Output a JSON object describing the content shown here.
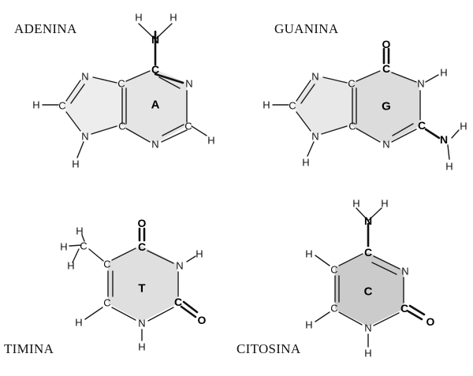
{
  "colors": {
    "ring_shade": "#c9c9c9",
    "ink": "#111111"
  },
  "molecules": {
    "adenina": {
      "name": "ADENINA",
      "center": "A"
    },
    "guanina": {
      "name": "GUANINA",
      "center": "G"
    },
    "timina": {
      "name": "TIMINA",
      "center": "T"
    },
    "citosina": {
      "name": "CITOSINA",
      "center": "C"
    }
  },
  "atoms": {
    "N": "N",
    "C": "C",
    "H": "H",
    "O": "O"
  }
}
